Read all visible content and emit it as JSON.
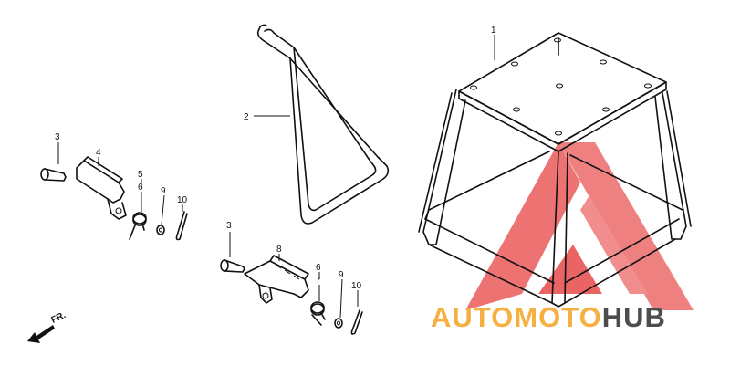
{
  "callouts": {
    "c1": "1",
    "c2": "2",
    "c3a": "3",
    "c4": "4",
    "c5": "5",
    "c6a": "6",
    "c9a": "9",
    "c10a": "10",
    "c3b": "3",
    "c8": "8",
    "c6b": "6",
    "c7": "7",
    "c9b": "9",
    "c10b": "10"
  },
  "direction_marker": {
    "label": "FR."
  },
  "watermark": {
    "part1": "AUTO",
    "part2": "MOTO",
    "part3": "HUB",
    "colors": {
      "orange": "#f5b041",
      "red": "#e84040",
      "gray": "#4d4d4d"
    }
  }
}
